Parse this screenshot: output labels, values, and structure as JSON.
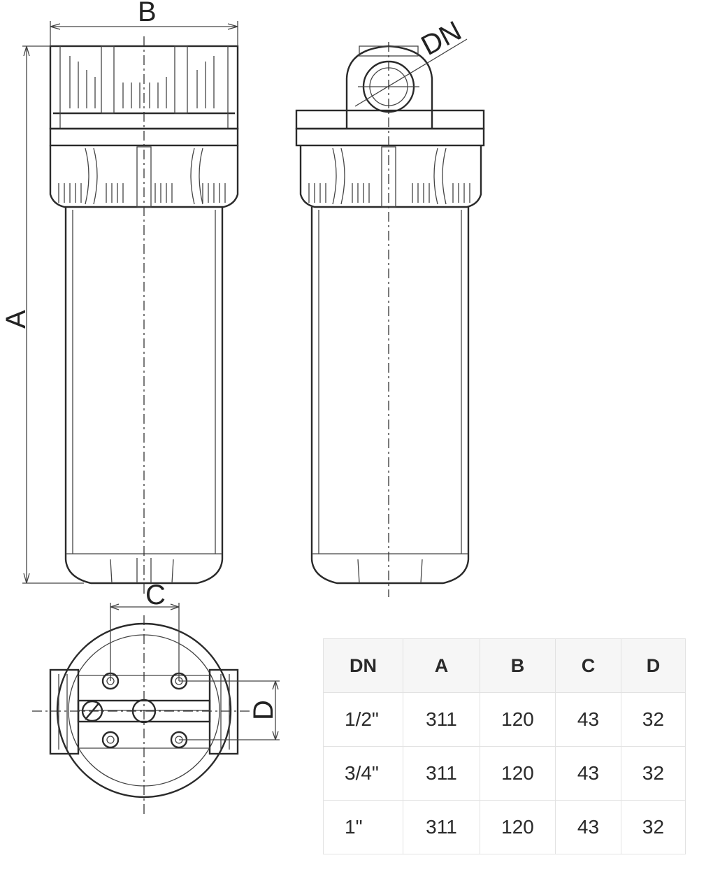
{
  "diagram": {
    "labels": {
      "height": "A",
      "width": "B",
      "port": "DN",
      "hole_spacing_x": "C",
      "hole_spacing_y": "D"
    }
  },
  "table": {
    "headers": [
      "DN",
      "A",
      "B",
      "C",
      "D"
    ],
    "rows": [
      [
        "1/2\"",
        "311",
        "120",
        "43",
        "32"
      ],
      [
        "3/4\"",
        "311",
        "120",
        "43",
        "32"
      ],
      [
        "1\"",
        "311",
        "120",
        "43",
        "32"
      ]
    ]
  }
}
